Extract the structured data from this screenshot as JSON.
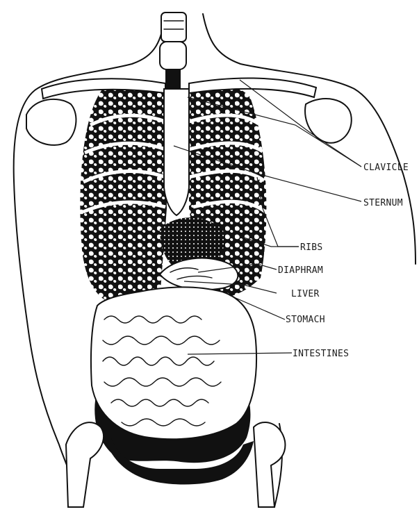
{
  "labels": {
    "clavicle": "CLAVICLE",
    "sternum": "STERNUM",
    "ribs": "RIBS",
    "diaphram": "DIAPHRAM",
    "liver": "LIVER",
    "stomach": "STOMACH",
    "intestines": "INTESTINES"
  },
  "colors": {
    "ink": "#111111",
    "paper": "#ffffff"
  }
}
